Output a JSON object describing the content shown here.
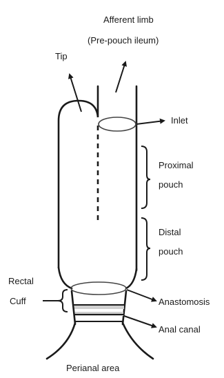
{
  "labels": {
    "afferent_line1": "Afferent limb",
    "afferent_line2": "(Pre-pouch ileum)",
    "tip": "Tip",
    "inlet": "Inlet",
    "proximal_line1": "Proximal",
    "proximal_line2": "pouch",
    "distal_line1": "Distal",
    "distal_line2": "pouch",
    "rectal_line1": "Rectal",
    "rectal_line2": "Cuff",
    "anastomosis": "Anastomosis",
    "anal_canal": "Anal canal",
    "perianal": "Perianal area"
  }
}
